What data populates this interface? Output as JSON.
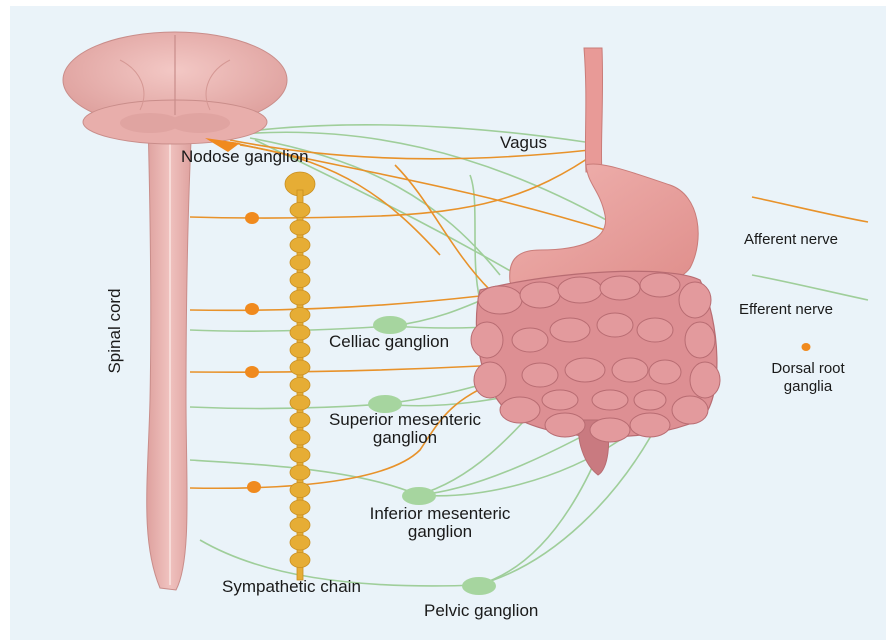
{
  "colors": {
    "background": "#eaf3f9",
    "afferent": "#e8922a",
    "efferent": "#9fce9a",
    "ganglion_green": "#a6d59f",
    "dorsal_root": "#f08a1e",
    "chain": "#e6ad35",
    "spinal_cord": "#e8b1ae",
    "stomach": "#e89a97",
    "intestine": "#cf7d83"
  },
  "labels": {
    "nodose": "Nodose ganglion",
    "vagus": "Vagus",
    "spinal_cord": "Spinal cord",
    "celiac": "Celliac ganglion",
    "superior_line1": "Superior mesenteric",
    "superior_line2": "ganglion",
    "inferior_line1": "Inferior mesenteric",
    "inferior_line2": "ganglion",
    "sympathetic_chain": "Sympathetic chain",
    "pelvic": "Pelvic ganglion"
  },
  "legend": {
    "afferent": "Afferent nerve",
    "efferent": "Efferent nerve",
    "dorsal_line1": "Dorsal root",
    "dorsal_line2": "ganglia"
  }
}
